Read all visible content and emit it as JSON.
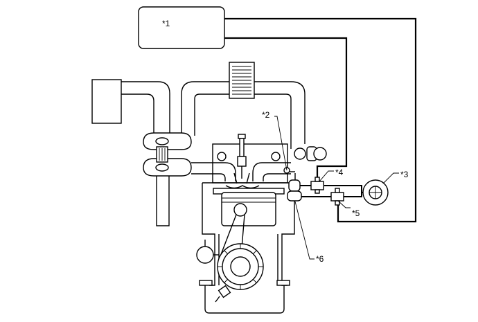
{
  "callouts": {
    "c1": "*1",
    "c2": "*2",
    "c3": "*3",
    "c4": "*4",
    "c5": "*5",
    "c6": "*6"
  }
}
